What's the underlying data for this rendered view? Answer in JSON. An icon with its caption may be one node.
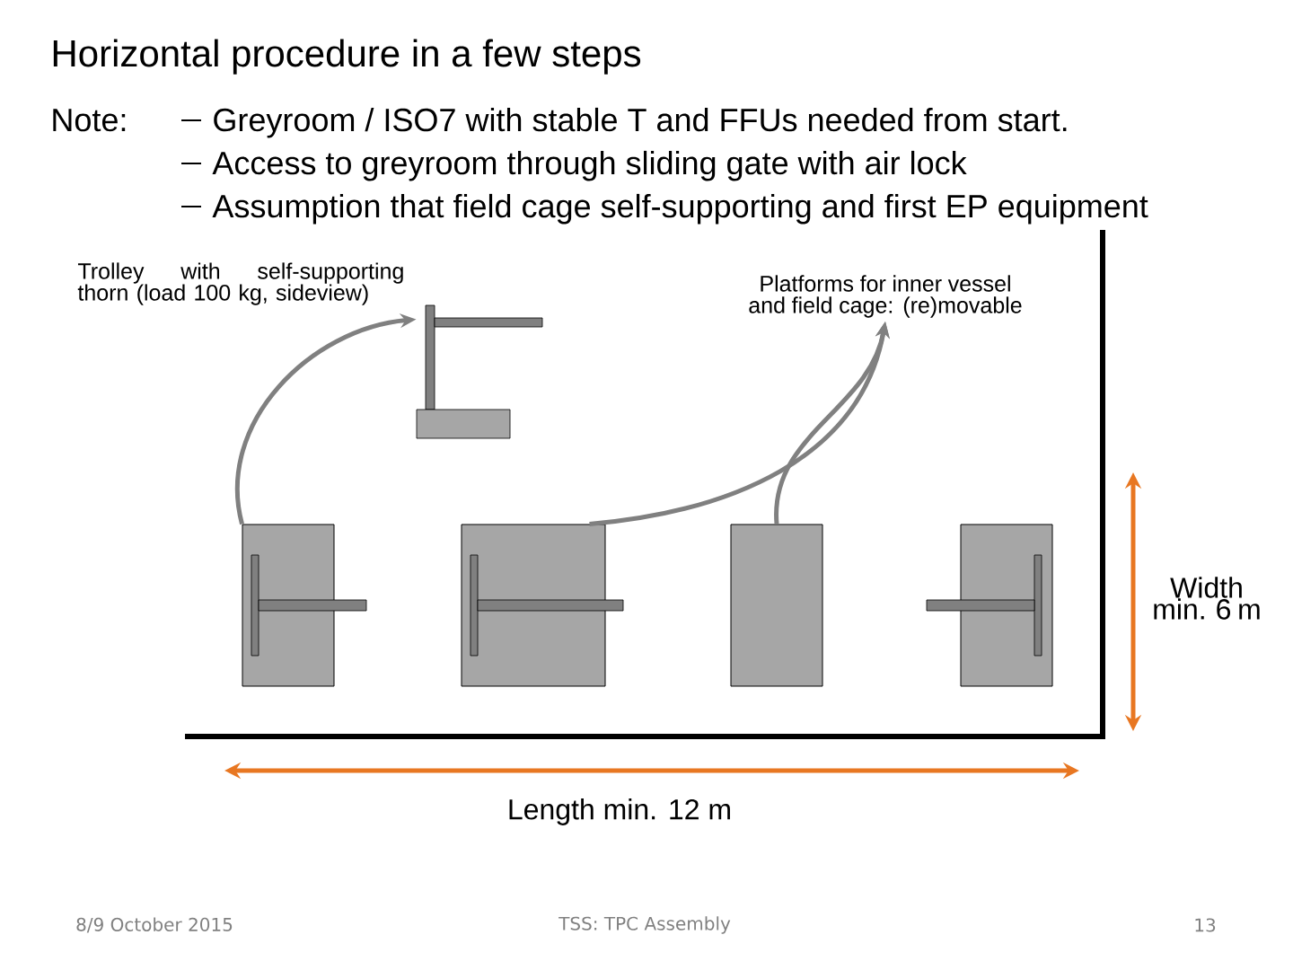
{
  "diagram": {
    "title": "Horizontal procedure in a few steps",
    "nodes": [
      {
        "text": [],
        "shape": "picture",
        "beside": [
          "Trolley with self-supporting thorn (load 100 kg, sideview)"
        ]
      },
      {
        "text": [
          "Platforms for inner vessel and field cage: (re)movable"
        ]
      },
      {
        "text": [],
        "shape": "box"
      },
      {
        "text": [],
        "shape": "box"
      },
      {
        "text": [],
        "shape": "box"
      },
      {
        "text": [],
        "shape": "box"
      }
    ],
    "edges": [
      {
        "from": 2,
        "to": 0,
        "arrow": "to"
      },
      {
        "from": 3,
        "to": 1,
        "arrow": "to"
      },
      {
        "from": 4,
        "to": 1,
        "arrow": "to"
      }
    ],
    "labels": [
      "Note:",
      "Greyroom / ISO7 with stable T and FFUs needed from start.",
      "Access to greyroom through sliding gate with air lock",
      "Assumption that field cage self-supporting and first EP equipment",
      "Width min. 6 m",
      "Length min. 12 m",
      "8/9 October 2015",
      "TSS: TPC Assembly",
      "13"
    ]
  }
}
